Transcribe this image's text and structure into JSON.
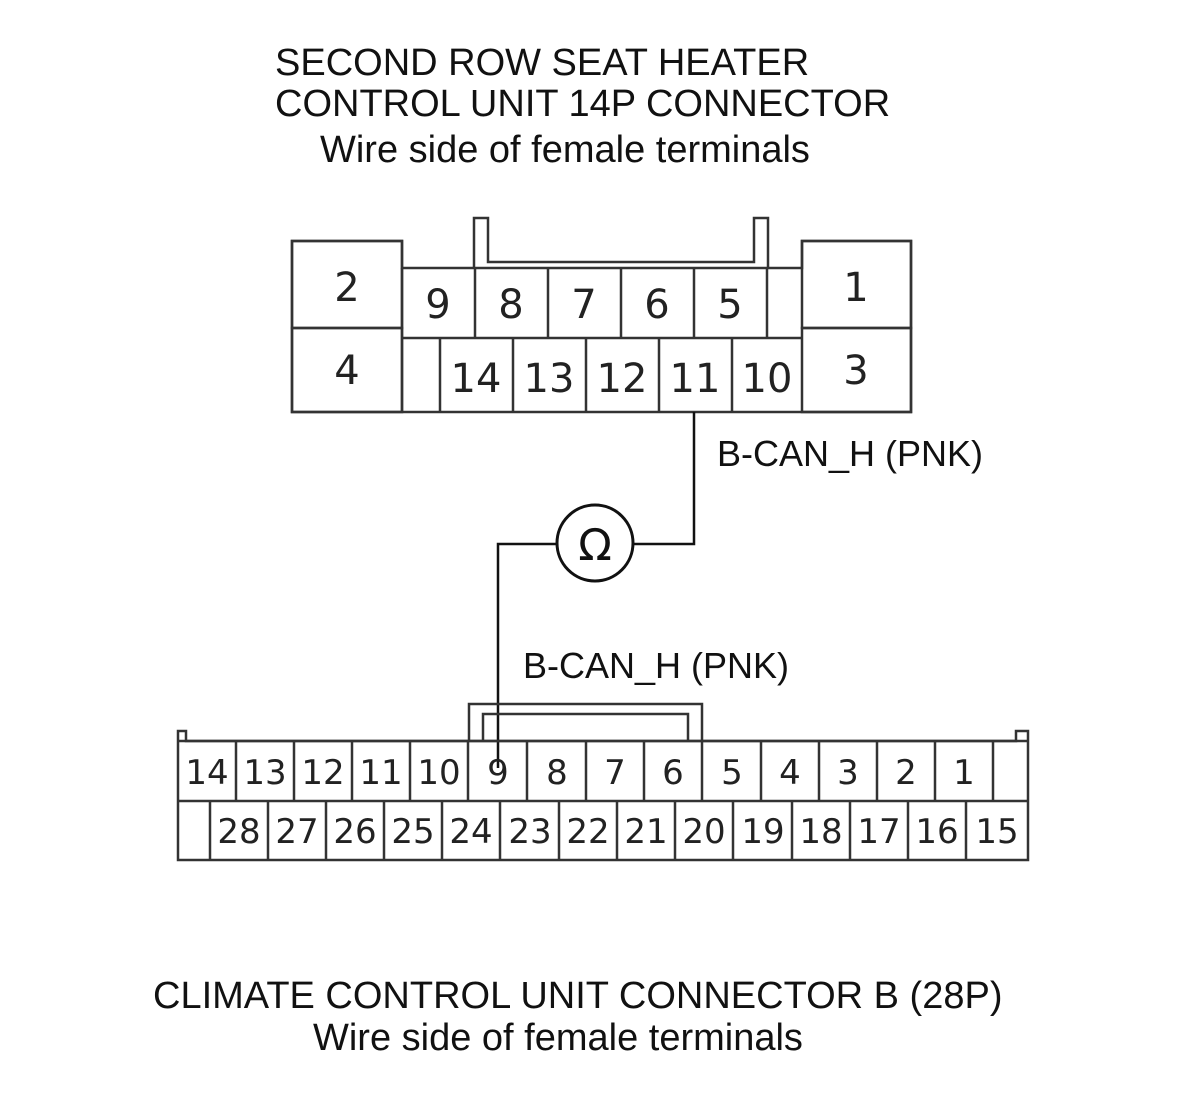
{
  "top_connector": {
    "title_line1": "SECOND ROW SEAT HEATER",
    "title_line2": "CONTROL UNIT 14P CONNECTOR",
    "subtitle": "Wire side of female terminals",
    "pins": {
      "p1": "1",
      "p2": "2",
      "p3": "3",
      "p4": "4",
      "p5": "5",
      "p6": "6",
      "p7": "7",
      "p8": "8",
      "p9": "9",
      "p10": "10",
      "p11": "11",
      "p12": "12",
      "p13": "13",
      "p14": "14"
    },
    "wire_label": "B-CAN_H (PNK)"
  },
  "meter": {
    "symbol": "Ω"
  },
  "bottom_connector": {
    "wire_label": "B-CAN_H (PNK)",
    "title": "CLIMATE CONTROL UNIT CONNECTOR B (28P)",
    "subtitle": "Wire side of female terminals",
    "top_row": [
      "14",
      "13",
      "12",
      "11",
      "10",
      "9",
      "8",
      "7",
      "6",
      "5",
      "4",
      "3",
      "2",
      "1"
    ],
    "bottom_row": [
      "28",
      "27",
      "26",
      "25",
      "24",
      "23",
      "22",
      "21",
      "20",
      "19",
      "18",
      "17",
      "16",
      "15"
    ]
  }
}
